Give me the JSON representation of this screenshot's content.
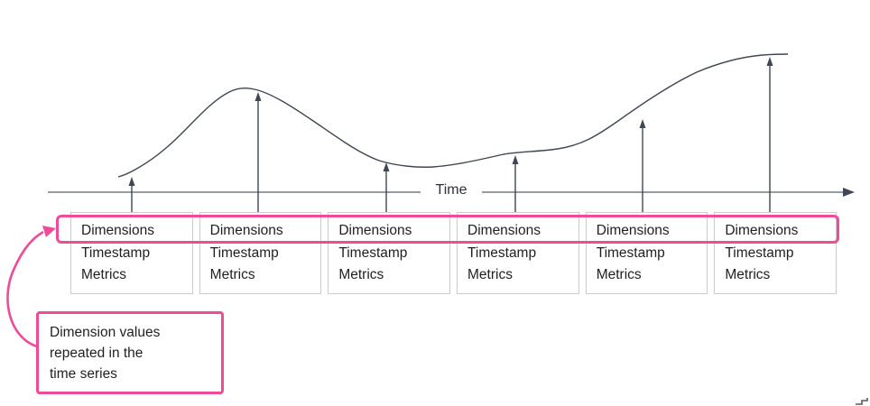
{
  "figure": {
    "axis_label": "Time"
  },
  "records": [
    {
      "dimensions": "Dimensions",
      "timestamp": "Timestamp",
      "metrics": "Metrics"
    },
    {
      "dimensions": "Dimensions",
      "timestamp": "Timestamp",
      "metrics": "Metrics"
    },
    {
      "dimensions": "Dimensions",
      "timestamp": "Timestamp",
      "metrics": "Metrics"
    },
    {
      "dimensions": "Dimensions",
      "timestamp": "Timestamp",
      "metrics": "Metrics"
    },
    {
      "dimensions": "Dimensions",
      "timestamp": "Timestamp",
      "metrics": "Metrics"
    },
    {
      "dimensions": "Dimensions",
      "timestamp": "Timestamp",
      "metrics": "Metrics"
    }
  ],
  "annotation": {
    "lines": [
      "Dimension values",
      "repeated in the",
      "time series"
    ]
  },
  "colors": {
    "accent_pink": "#ef4b99",
    "line_dark": "#3f4654",
    "axis_gray": "#727986",
    "box_border": "#cbccd0",
    "text": "#1f1f1f"
  }
}
